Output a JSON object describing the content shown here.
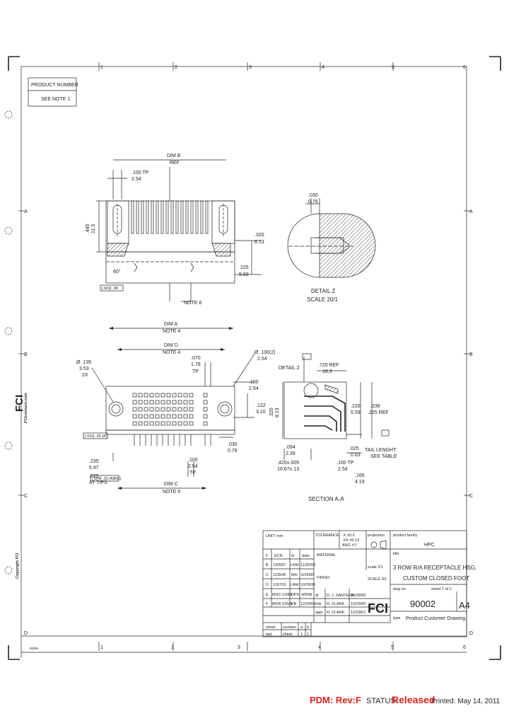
{
  "border": {
    "col_labels": [
      "1",
      "2",
      "3",
      "4",
      "5",
      "6"
    ],
    "row_labels": [
      "A",
      "B",
      "C",
      "D"
    ]
  },
  "product_box": {
    "line1": "PRODUCT NUMBER",
    "line2": "SEE NOTE 1"
  },
  "top_view": {
    "dim_b": "DIM B",
    "ref": "REF",
    "d1a": ".100 TP",
    "d1b": "2.54",
    "d2a": ".445",
    "d2b": "11.3",
    "d3a": ".320",
    "d3b": "8.13",
    "d4a": ".225",
    "d4b": "5.59",
    "angle": "60°",
    "note_a": "NOTE 6",
    "callout": "|.003| .08"
  },
  "detail": {
    "d1a": ".030",
    "d1b": "0.76",
    "title": "DETAIL Z",
    "scale": "SCALE 20/1"
  },
  "front_view": {
    "dim_a": "DIM A",
    "note4": "NOTE 4",
    "dim_d": "DIM D",
    "dia_a": "Ø .139",
    "dia_b": "3.53",
    "dia_c": "2X",
    "d_070a": ".070",
    "d_070b": "1.78",
    "d_100a": ".100",
    "d_100b": "2.54",
    "d_tp": "TP",
    "d_100c": "Ø .100(2)",
    "d_100d": "2.54",
    "d_122a": ".122",
    "d_122b": "3.10",
    "d_235a": ".235",
    "d_235b": "5.97",
    "d_030a": ".030",
    "d_030b": "0.76",
    "d_025a": ".025",
    "d_025b": "0.63",
    "at_tips": "AT TIPS",
    "dim_c": "DIM C",
    "note5": "NOTE 5",
    "d_100e": ".100",
    "d_100f": "2.54",
    "tp2": "TP",
    "callout": "|.010| .25 |A|",
    "callout2": "|.004| .10 |A|B|C|"
  },
  "section": {
    "detail_z": "DETAIL Z",
    "d1a": ".720 REF",
    "d1b": "18.3",
    "d2a": ".320",
    "d2b": "8.13",
    "d3a": ".220",
    "d3b": "5.59",
    "d4a": ".236",
    "d4b": ".225 REF",
    "d5a": ".094",
    "d5b": "2.39",
    "d6a": ".420±.005",
    "d6b": "10.67±.13",
    "d7a": ".100 TP",
    "d7b": "2.54",
    "d8a": ".165",
    "d8b": "4.19",
    "d9a": ".025",
    "d9b": "0.63",
    "note": "TAIL LENGHT",
    "note2": "SEE TABLE",
    "title": "SECTION A-A"
  },
  "title_block": {
    "unit": "UNIT: mm",
    "tolerance": "TOLERANCE",
    "tol_vals": [
      ".X ±0.3",
      ".XX ±0.13",
      "ANG ±1°"
    ],
    "projection": "projection",
    "product_family_lbl": "product family",
    "product_family": "HPC",
    "title_lbl": "title",
    "title1": "3 ROW R/A RECEPTACLE HSG,",
    "title2": "CUSTOM CLOSED FOOT",
    "scale_lbl": "scale 2/1",
    "scale": "SCALE 3/1",
    "drawing_lbl": "dwg no",
    "drawing_no": "90002",
    "sheet_lbl": "sheet 1 of 2",
    "size": "A4",
    "company": "FCI",
    "type_lbl": "type",
    "type_val": "Product Customer Drawing",
    "material": "MATERIAL",
    "finish": "FINISH",
    "revisions": [
      {
        "rev": "F",
        "ecn": "ECN",
        "ltr": "ltr",
        "date": "date"
      },
      {
        "rev": "B",
        "ecn": "120597",
        "ltr": "LMH",
        "date": "11/29/93"
      },
      {
        "rev": "C",
        "ecn": "123546",
        "ltr": "MH",
        "date": "6/26/95"
      },
      {
        "rev": "D",
        "ecn": "126703",
        "ltr": "LAW",
        "date": "10/25/95"
      },
      {
        "rev": "E",
        "ecn": "MSC-13/89",
        "ltr": "DPS",
        "date": "4/8/98"
      },
      {
        "rev": "F",
        "ecn": "MCR 026/9",
        "ltr": "KB",
        "date": "12/29/09"
      }
    ],
    "approvals": [
      {
        "role": "dr",
        "name": "D. J. SANTERA",
        "date": "10/08/90"
      },
      {
        "role": "chk",
        "name": "R. CLARK",
        "date": "10/29/90"
      },
      {
        "role": "appr",
        "name": "R. CLARK",
        "date": "12/29/01"
      }
    ],
    "sheet_row": [
      "sheet",
      "revision",
      "a",
      "b"
    ],
    "last_row": [
      "last",
      "sheet",
      "1",
      "1"
    ]
  },
  "sidebar": {
    "brand": "FCI",
    "site": "FCIconnect.com",
    "copyright": "Copyright FCI",
    "sheet_ref": "none"
  },
  "footer": {
    "pdm": "PDM: Rev:F",
    "status_label": "STATUS:",
    "status_value": "Released",
    "printed": "Printed: May 14, 2011"
  }
}
